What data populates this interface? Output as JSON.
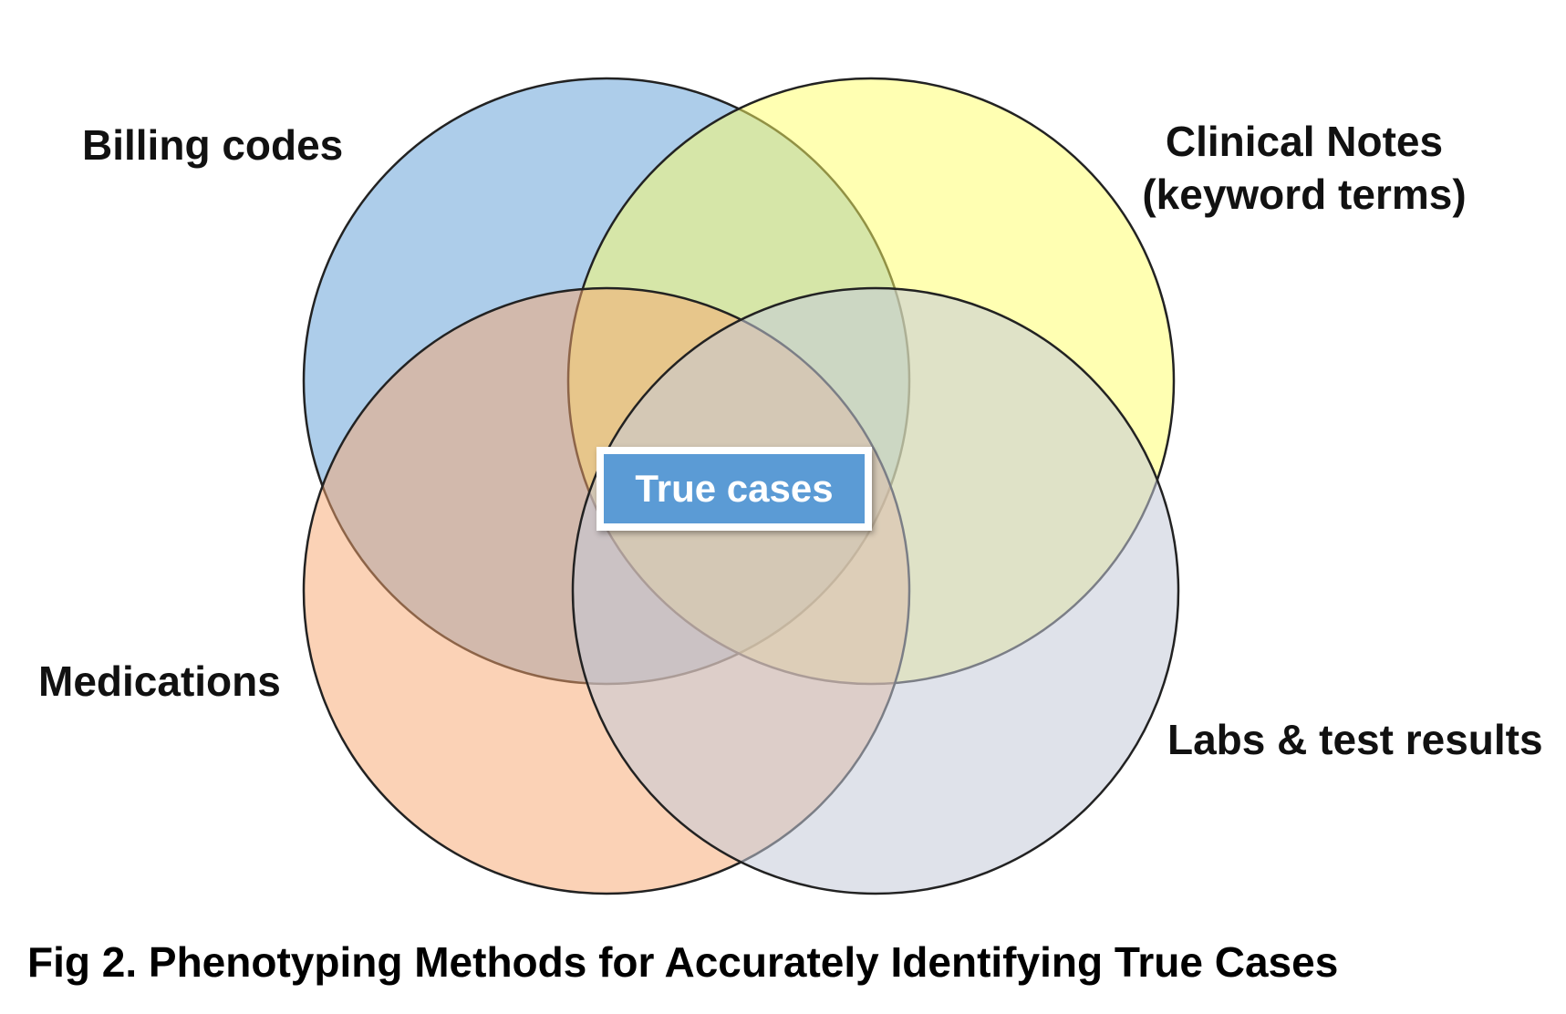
{
  "diagram": {
    "sets": [
      {
        "id": "billing",
        "label": "Billing codes",
        "color": "#5b9bd5"
      },
      {
        "id": "clinical",
        "label_lines": [
          "Clinical Notes",
          "(keyword terms)"
        ],
        "color": "#ffff66"
      },
      {
        "id": "medications",
        "label": "Medications",
        "color": "#f7a66e"
      },
      {
        "id": "labs",
        "label": "Labs & test results",
        "color": "#c4cbd8"
      }
    ],
    "center_label": "True cases",
    "center_label_color": "#5b9bd5"
  },
  "caption": "Fig 2. Phenotyping Methods for Accurately Identifying True Cases"
}
